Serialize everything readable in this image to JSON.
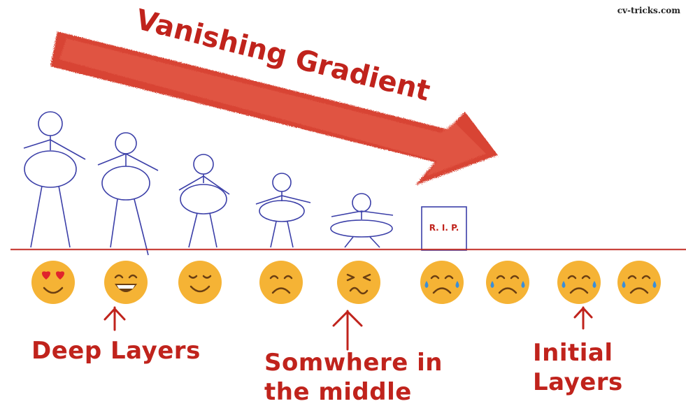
{
  "watermark": "cv-tricks.com",
  "arrow_label": "Vanishing Gradient",
  "tombstone_text": "R. I. P.",
  "labels": {
    "deep": "Deep Layers",
    "middle_line1": "Somwhere in",
    "middle_line2": "the middle",
    "initial_line1": "Initial",
    "initial_line2": "Layers"
  },
  "faces": [
    {
      "mood": "love"
    },
    {
      "mood": "grin"
    },
    {
      "mood": "content"
    },
    {
      "mood": "sad"
    },
    {
      "mood": "grimace"
    },
    {
      "mood": "crying"
    },
    {
      "mood": "crying"
    },
    {
      "mood": "crying"
    },
    {
      "mood": "crying"
    }
  ],
  "colors": {
    "accent_red": "#c0231c",
    "arrow_red": "#d63a2c",
    "figure_blue": "#3b3fa8",
    "face_yellow": "#f5b335",
    "ground_red": "#c0231c",
    "tear_blue": "#3a8ed8"
  }
}
